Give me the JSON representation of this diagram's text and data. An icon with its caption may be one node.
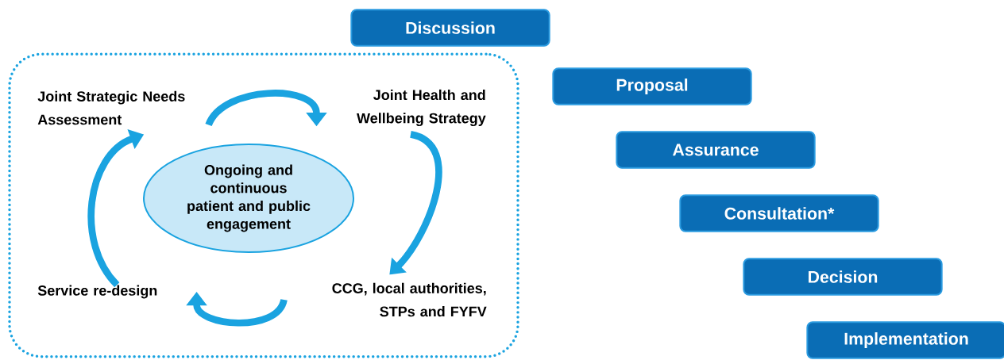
{
  "diagram": {
    "nodes": [
      {
        "text": [],
        "shape": "box"
      },
      {
        "text": [
          "Joint Strategic Needs Assessment"
        ],
        "in": 0
      },
      {
        "text": [
          "Joint Health and Wellbeing Strategy"
        ],
        "in": 0
      },
      {
        "text": [
          "CCG, local authorities, STPs and FYFV"
        ],
        "in": 0
      },
      {
        "text": [
          "Service re-design"
        ],
        "in": 0
      },
      {
        "text": [
          "Ongoing and continuous patient and public engagement"
        ],
        "in": 0
      },
      {
        "text": [
          "Discussion"
        ]
      },
      {
        "text": [
          "Proposal"
        ]
      },
      {
        "text": [
          "Assurance"
        ]
      },
      {
        "text": [
          "Consultation*"
        ]
      },
      {
        "text": [
          "Decision"
        ]
      },
      {
        "text": [
          "Implementation"
        ]
      }
    ],
    "edges": [
      {
        "from": 1,
        "to": 2,
        "arrow": "to"
      },
      {
        "from": 2,
        "to": 3,
        "arrow": "to"
      },
      {
        "from": 3,
        "to": 4,
        "arrow": "to"
      },
      {
        "from": 4,
        "to": 1,
        "arrow": "to"
      }
    ]
  }
}
